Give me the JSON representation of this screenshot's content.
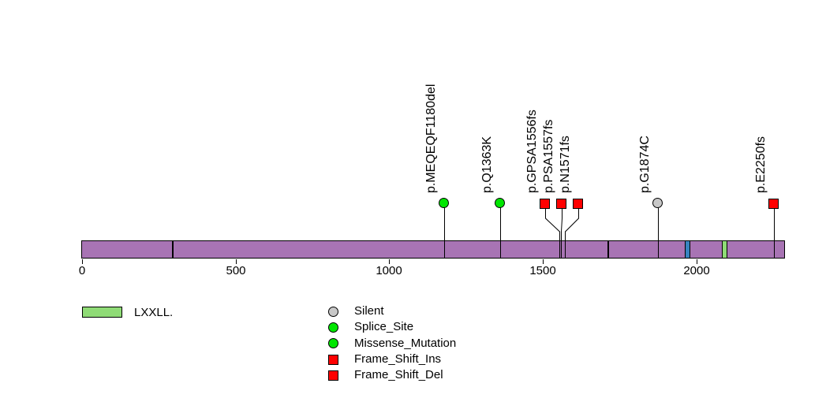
{
  "chart_data": {
    "type": "scatter",
    "subtype": "lollipop_mutation_plot",
    "title": "",
    "xlabel": "",
    "ylabel": "",
    "x_axis": {
      "ticks": [
        0,
        500,
        1000,
        1500,
        2000
      ],
      "range": [
        0,
        2290
      ],
      "grid": false
    },
    "legend_position": "bottom",
    "mutations": [
      {
        "label": "p.MEQEQF1180del",
        "position": 1180,
        "marker": "circle",
        "color": "#00E600"
      },
      {
        "label": "p.Q1363K",
        "position": 1363,
        "marker": "circle",
        "color": "#00E600"
      },
      {
        "label": "p.GPSA1556fs",
        "position": 1556,
        "marker": "square",
        "color": "#FF0000"
      },
      {
        "label": "p.PSA1557fs",
        "position": 1557,
        "marker": "square",
        "color": "#FF0000"
      },
      {
        "label": "p.N1571fs",
        "position": 1571,
        "marker": "square",
        "color": "#FF0000"
      },
      {
        "label": "p.G1874C",
        "position": 1874,
        "marker": "circle",
        "color": "#C8C8C8"
      },
      {
        "label": "p.E2250fs",
        "position": 2250,
        "marker": "square",
        "color": "#FF0000"
      }
    ],
    "protein_bar": {
      "color": "#A874B4",
      "start": 0,
      "end": 2290,
      "separators": [
        292,
        1709
      ],
      "motifs": [
        {
          "position": 1969,
          "color": "#3884C0",
          "name": "motif"
        },
        {
          "position": 2090,
          "color": "#8FDB76",
          "name": "LXXLL"
        }
      ]
    }
  },
  "axis": {
    "tick_labels": [
      "0",
      "500",
      "1000",
      "1500",
      "2000"
    ]
  },
  "legend_domains": {
    "items": [
      {
        "label": "LXXLL.",
        "color": "#8FDB76"
      }
    ]
  },
  "legend_mutations": {
    "items": [
      {
        "label": "Silent",
        "marker": "circle",
        "color": "#C8C8C8"
      },
      {
        "label": "Splice_Site",
        "marker": "circle",
        "color": "#00E600"
      },
      {
        "label": "Missense_Mutation",
        "marker": "circle",
        "color": "#00E600"
      },
      {
        "label": "Frame_Shift_Ins",
        "marker": "square",
        "color": "#FF0000"
      },
      {
        "label": "Frame_Shift_Del",
        "marker": "square",
        "color": "#FF0000"
      }
    ]
  }
}
